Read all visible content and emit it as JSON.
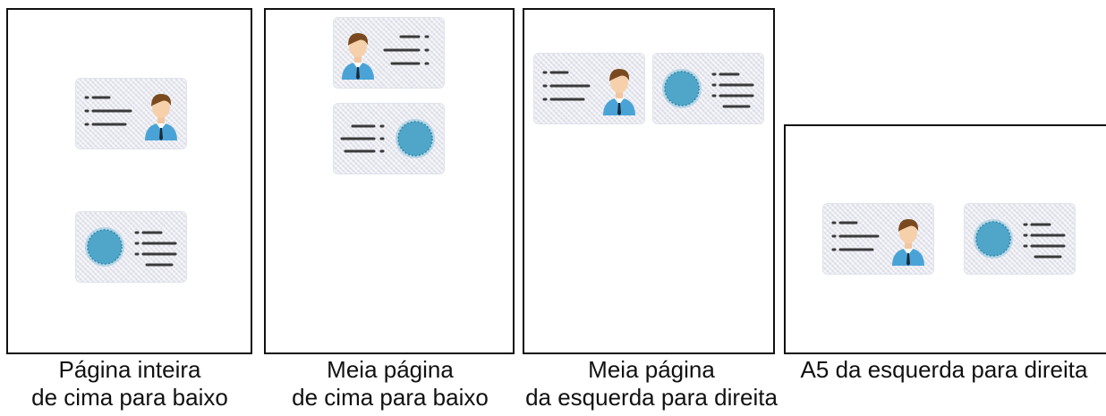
{
  "layouts": [
    {
      "caption_line1": "Página inteira",
      "caption_line2": "de cima para baixo"
    },
    {
      "caption_line1": "Meia página",
      "caption_line2": "de cima para baixo"
    },
    {
      "caption_line1": "Meia página",
      "caption_line2": "da esquerda para direita"
    },
    {
      "caption_line1": "A5 da esquerda para direita",
      "caption_line2": ""
    }
  ],
  "icons": {
    "card_front": "id-card-front-icon",
    "card_back": "id-card-back-icon"
  },
  "colors": {
    "frame": "#111111",
    "card_bg": "#e4e8ef",
    "person_shirt": "#4aa3d6",
    "person_hair": "#7a4a1e",
    "seal": "#4fa6c8",
    "lines": "#3a3a3a"
  }
}
